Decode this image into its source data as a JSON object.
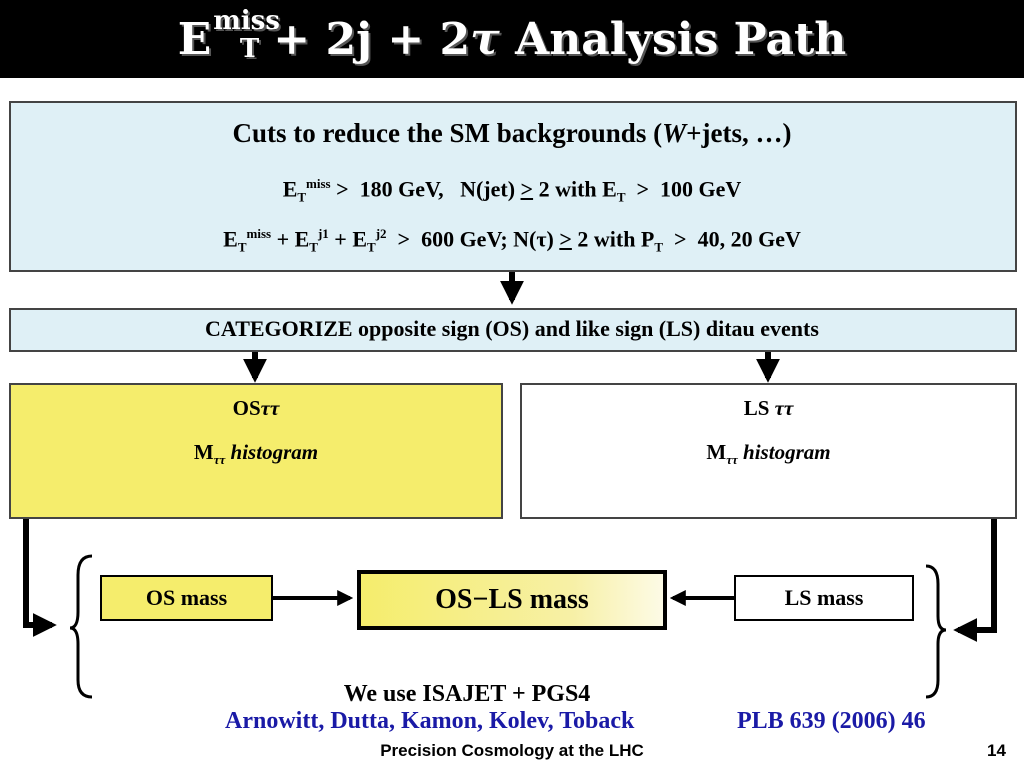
{
  "title": {
    "main": "E",
    "sub": "T",
    "sup": "miss",
    "rest_a": "+ 2j + 2",
    "tau": "τ",
    "rest_b": "Analysis Path"
  },
  "cuts": {
    "heading_a": "Cuts to reduce the SM backgrounds (",
    "heading_w": "W",
    "heading_b": "+jets, …)",
    "line1": {
      "e": "E",
      "t_sub": "T",
      "miss_sup": "miss",
      "text_a": " >  180 GeV,   N(jet) ",
      "ge": ">",
      "text_b": " 2 with E",
      "t_sub2": "T",
      "text_c": "  >  100 GeV"
    },
    "line2": {
      "e": "E",
      "t_sub": "T",
      "miss_sup": "miss",
      "text_a": " + E",
      "t_sub2": "T",
      "j1_sup": "j1",
      "text_b": " + E",
      "t_sub3": "T",
      "j2_sup": "j2",
      "text_c": "  >  600 GeV; N(τ) ",
      "ge": ">",
      "text_d": " 2 with P",
      "t_sub4": "T",
      "text_e": "  >  40, 20 GeV"
    }
  },
  "categorize": "CATEGORIZE opposite sign (OS) and like sign (LS) ditau events",
  "os_box": {
    "heading_a": "OS",
    "heading_tau": "ττ",
    "mass": "M",
    "mass_sub": "ττ",
    "histogram": " histogram"
  },
  "ls_box": {
    "heading_a": "LS ",
    "heading_tau": "ττ",
    "mass": "M",
    "mass_sub": "ττ",
    "histogram": " histogram"
  },
  "bottom": {
    "os_mass": "OS mass",
    "os_ls_mass": "OS−LS mass",
    "ls_mass": "LS mass"
  },
  "footer": {
    "we_use": "We use ISAJET + PGS4",
    "authors": "Arnowitt, Dutta, Kamon, Kolev, Toback",
    "reference": "PLB 639 (2006) 46",
    "slide_footer": "Precision Cosmology at the LHC",
    "page_number": "14"
  },
  "colors": {
    "title_bg": "#000000",
    "light_blue": "#dff0f6",
    "yellow": "#f5ed6c",
    "link_blue": "#1a1aa6"
  }
}
